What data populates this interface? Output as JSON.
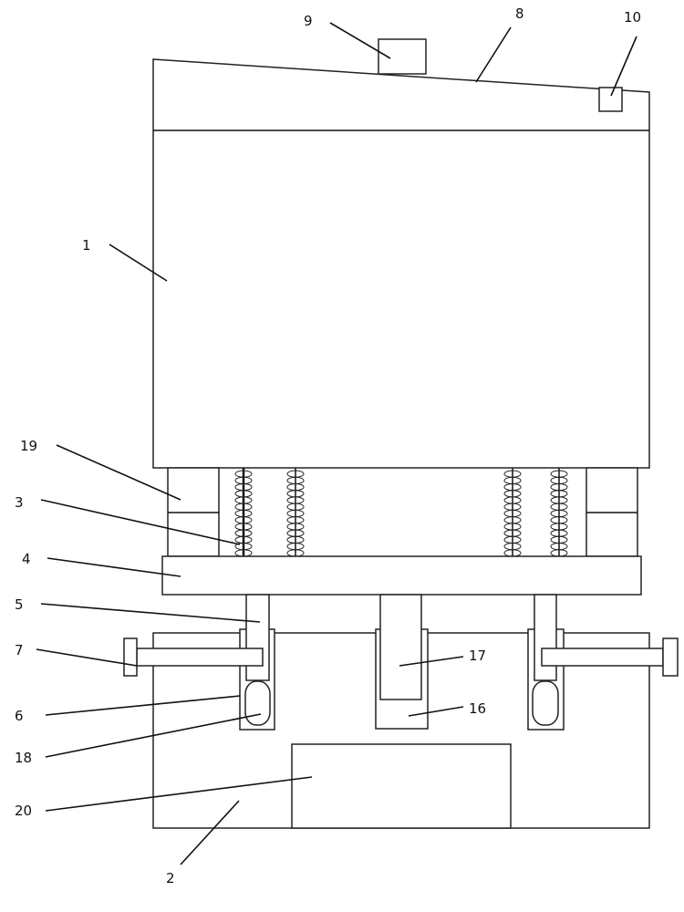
{
  "labels": {
    "l1": "1",
    "l2": "2",
    "l3": "3",
    "l4": "4",
    "l5": "5",
    "l6": "6",
    "l7": "7",
    "l8": "8",
    "l9": "9",
    "l10": "10",
    "l16": "16",
    "l17": "17",
    "l18": "18",
    "l19": "19",
    "l20": "20"
  },
  "spring_coil_count": 13
}
